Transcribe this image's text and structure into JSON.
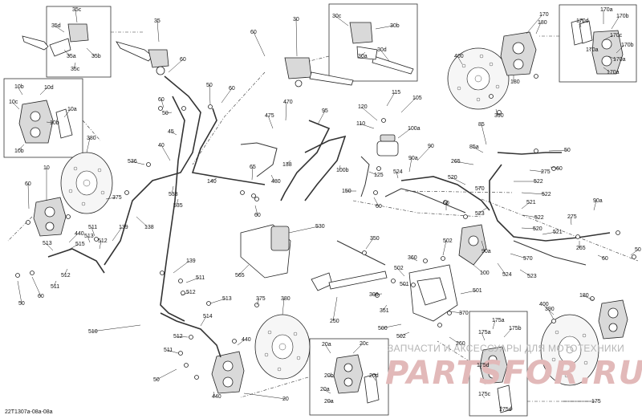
{
  "diagram": {
    "code": "22T1307a-08a-08a",
    "watermark": {
      "line1": "ЗАПЧАСТИ И АКСЕССУАРЫ ДЛЯ МОТОТЕХНИКИ",
      "line2": "PARTSFOR.RU"
    },
    "callouts": [
      {
        "id": "35",
        "text": "35"
      },
      {
        "id": "35d",
        "text": "35d"
      },
      {
        "id": "35c",
        "text": "35c"
      },
      {
        "id": "35a",
        "text": "35a"
      },
      {
        "id": "35b",
        "text": "35b"
      },
      {
        "id": "35c2",
        "text": "35c"
      },
      {
        "id": "30",
        "text": "30"
      },
      {
        "id": "30c",
        "text": "30c"
      },
      {
        "id": "30b",
        "text": "30b"
      },
      {
        "id": "30a",
        "text": "30a"
      },
      {
        "id": "30d",
        "text": "30d"
      },
      {
        "id": "170",
        "text": "170"
      },
      {
        "id": "170d",
        "text": "170d"
      },
      {
        "id": "170a1",
        "text": "170a"
      },
      {
        "id": "170b1",
        "text": "170b"
      },
      {
        "id": "170c",
        "text": "170c"
      },
      {
        "id": "170b2",
        "text": "170b"
      },
      {
        "id": "170a2",
        "text": "170a"
      },
      {
        "id": "170a3",
        "text": "170a"
      },
      {
        "id": "170a4",
        "text": "170a"
      },
      {
        "id": "180a",
        "text": "180"
      },
      {
        "id": "180b",
        "text": "180"
      },
      {
        "id": "400a",
        "text": "400"
      },
      {
        "id": "390a",
        "text": "390"
      },
      {
        "id": "60a",
        "text": "60"
      },
      {
        "id": "60b",
        "text": "60"
      },
      {
        "id": "60c",
        "text": "60"
      },
      {
        "id": "60d",
        "text": "60"
      },
      {
        "id": "60e",
        "text": "60"
      },
      {
        "id": "60f",
        "text": "60"
      },
      {
        "id": "60g",
        "text": "60"
      },
      {
        "id": "60h",
        "text": "60"
      },
      {
        "id": "60i",
        "text": "60"
      },
      {
        "id": "60j",
        "text": "60"
      },
      {
        "id": "60k",
        "text": "60"
      },
      {
        "id": "50a",
        "text": "50"
      },
      {
        "id": "50b",
        "text": "50"
      },
      {
        "id": "50c",
        "text": "50"
      },
      {
        "id": "50d",
        "text": "50"
      },
      {
        "id": "50e",
        "text": "50"
      },
      {
        "id": "50f",
        "text": "50"
      },
      {
        "id": "45",
        "text": "45"
      },
      {
        "id": "40",
        "text": "40"
      },
      {
        "id": "10",
        "text": "10"
      },
      {
        "id": "10b1",
        "text": "10b"
      },
      {
        "id": "10d",
        "text": "10d"
      },
      {
        "id": "10c",
        "text": "10c"
      },
      {
        "id": "10a",
        "text": "10a"
      },
      {
        "id": "10b2",
        "text": "10b"
      },
      {
        "id": "10b3",
        "text": "10b"
      },
      {
        "id": "380a",
        "text": "380"
      },
      {
        "id": "375a",
        "text": "375"
      },
      {
        "id": "536",
        "text": "536"
      },
      {
        "id": "538",
        "text": "538"
      },
      {
        "id": "535",
        "text": "535"
      },
      {
        "id": "140",
        "text": "140"
      },
      {
        "id": "65",
        "text": "65"
      },
      {
        "id": "470",
        "text": "470"
      },
      {
        "id": "475",
        "text": "475"
      },
      {
        "id": "480",
        "text": "480"
      },
      {
        "id": "95",
        "text": "95"
      },
      {
        "id": "138a",
        "text": "138"
      },
      {
        "id": "138b",
        "text": "138"
      },
      {
        "id": "120",
        "text": "120"
      },
      {
        "id": "115",
        "text": "115"
      },
      {
        "id": "105",
        "text": "105"
      },
      {
        "id": "110",
        "text": "110"
      },
      {
        "id": "100a",
        "text": "100a"
      },
      {
        "id": "100b",
        "text": "100b"
      },
      {
        "id": "125",
        "text": "125"
      },
      {
        "id": "150",
        "text": "150"
      },
      {
        "id": "524a",
        "text": "524"
      },
      {
        "id": "90",
        "text": "90"
      },
      {
        "id": "90a1",
        "text": "90a"
      },
      {
        "id": "85",
        "text": "85"
      },
      {
        "id": "85a",
        "text": "85a"
      },
      {
        "id": "265a",
        "text": "265"
      },
      {
        "id": "275a",
        "text": "275"
      },
      {
        "id": "522a",
        "text": "522"
      },
      {
        "id": "520a",
        "text": "520"
      },
      {
        "id": "570a",
        "text": "570"
      },
      {
        "id": "522b",
        "text": "522"
      },
      {
        "id": "521a",
        "text": "521"
      },
      {
        "id": "523a",
        "text": "523"
      },
      {
        "id": "522c",
        "text": "522"
      },
      {
        "id": "520b",
        "text": "520"
      },
      {
        "id": "521b",
        "text": "521"
      },
      {
        "id": "275b",
        "text": "275"
      },
      {
        "id": "90a2",
        "text": "90a"
      },
      {
        "id": "265b",
        "text": "265"
      },
      {
        "id": "570b",
        "text": "570"
      },
      {
        "id": "523b",
        "text": "523"
      },
      {
        "id": "524b",
        "text": "524"
      },
      {
        "id": "90a3",
        "text": "90a"
      },
      {
        "id": "100",
        "text": "100"
      },
      {
        "id": "511a",
        "text": "511"
      },
      {
        "id": "513a",
        "text": "513"
      },
      {
        "id": "512a",
        "text": "512"
      },
      {
        "id": "139a",
        "text": "139"
      },
      {
        "id": "440a",
        "text": "440"
      },
      {
        "id": "515",
        "text": "515"
      },
      {
        "id": "513b",
        "text": "513"
      },
      {
        "id": "512b",
        "text": "512"
      },
      {
        "id": "511b",
        "text": "511"
      },
      {
        "id": "139b",
        "text": "139"
      },
      {
        "id": "511c",
        "text": "511"
      },
      {
        "id": "512c",
        "text": "512"
      },
      {
        "id": "513c",
        "text": "513"
      },
      {
        "id": "514",
        "text": "514"
      },
      {
        "id": "512d",
        "text": "512"
      },
      {
        "id": "511d",
        "text": "511"
      },
      {
        "id": "440b",
        "text": "440"
      },
      {
        "id": "440c",
        "text": "440"
      },
      {
        "id": "510",
        "text": "510"
      },
      {
        "id": "530",
        "text": "530"
      },
      {
        "id": "565",
        "text": "565"
      },
      {
        "id": "350",
        "text": "350"
      },
      {
        "id": "360",
        "text": "360"
      },
      {
        "id": "502a",
        "text": "502"
      },
      {
        "id": "502b",
        "text": "502"
      },
      {
        "id": "501a",
        "text": "501"
      },
      {
        "id": "501b",
        "text": "501"
      },
      {
        "id": "300",
        "text": "300"
      },
      {
        "id": "351",
        "text": "351"
      },
      {
        "id": "250",
        "text": "250"
      },
      {
        "id": "375b",
        "text": "375"
      },
      {
        "id": "380b",
        "text": "380"
      },
      {
        "id": "370",
        "text": "370"
      },
      {
        "id": "500",
        "text": "500"
      },
      {
        "id": "502c",
        "text": "502"
      },
      {
        "id": "260",
        "text": "260"
      },
      {
        "id": "20",
        "text": "20"
      },
      {
        "id": "20a1",
        "text": "20a"
      },
      {
        "id": "20c",
        "text": "20c"
      },
      {
        "id": "20b",
        "text": "20b"
      },
      {
        "id": "20d",
        "text": "20d"
      },
      {
        "id": "20a2",
        "text": "20a"
      },
      {
        "id": "20a3",
        "text": "20a"
      },
      {
        "id": "175",
        "text": "175"
      },
      {
        "id": "175a1",
        "text": "175a"
      },
      {
        "id": "175b",
        "text": "175b"
      },
      {
        "id": "175a2",
        "text": "175a"
      },
      {
        "id": "175d",
        "text": "175d"
      },
      {
        "id": "175c",
        "text": "175c"
      },
      {
        "id": "175d2",
        "text": "175d"
      },
      {
        "id": "180c",
        "text": "180"
      },
      {
        "id": "390b",
        "text": "390"
      },
      {
        "id": "400b",
        "text": "400"
      }
    ]
  }
}
